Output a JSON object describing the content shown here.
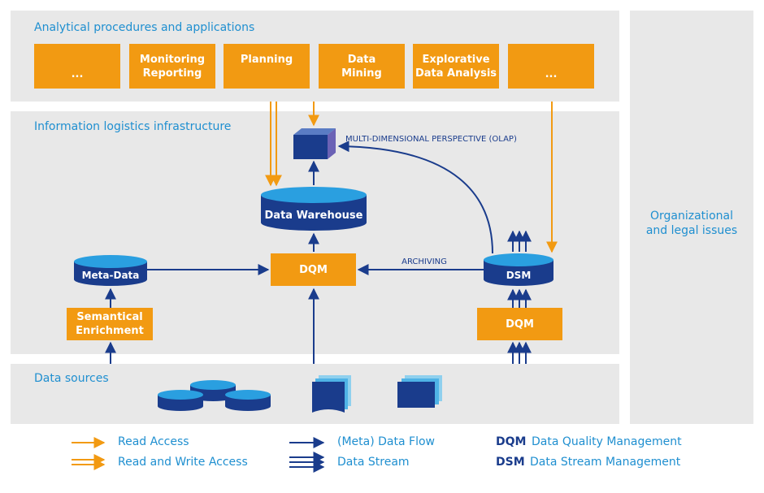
{
  "sections": {
    "applications": "Analytical procedures and applications",
    "infrastructure": "Information logistics infrastructure",
    "sources": "Data sources",
    "organizational": "Organizational\nand legal issues"
  },
  "applications": [
    {
      "label": "..."
    },
    {
      "label": "Monitoring\nReporting"
    },
    {
      "label": "Planning"
    },
    {
      "label": "Data\nMining"
    },
    {
      "label": "Explorative\nData Analysis"
    },
    {
      "label": "..."
    }
  ],
  "nodes": {
    "olap": "MULTI-DIMENSIONAL PERSPECTIVE (OLAP)",
    "data_warehouse": "Data Warehouse",
    "meta_data": "Meta-Data",
    "dqm_center": "DQM",
    "dsm": "DSM",
    "dqm_right": "DQM",
    "archiving": "ARCHIVING",
    "semantical_enrichment": "Semantical\nEnrichment"
  },
  "legend": {
    "read_access": "Read Access",
    "read_write_access": "Read and Write Access",
    "data_flow": "(Meta) Data Flow",
    "data_stream": "Data Stream",
    "dqm_abbr": "DQM",
    "dqm_full": "Data Quality Management",
    "dsm_abbr": "DSM",
    "dsm_full": "Data Stream Management"
  },
  "colors": {
    "orange": "#f29a12",
    "navy": "#1a3c8c",
    "blue_text": "#1f8fd0",
    "panel": "#e8e8e8"
  }
}
